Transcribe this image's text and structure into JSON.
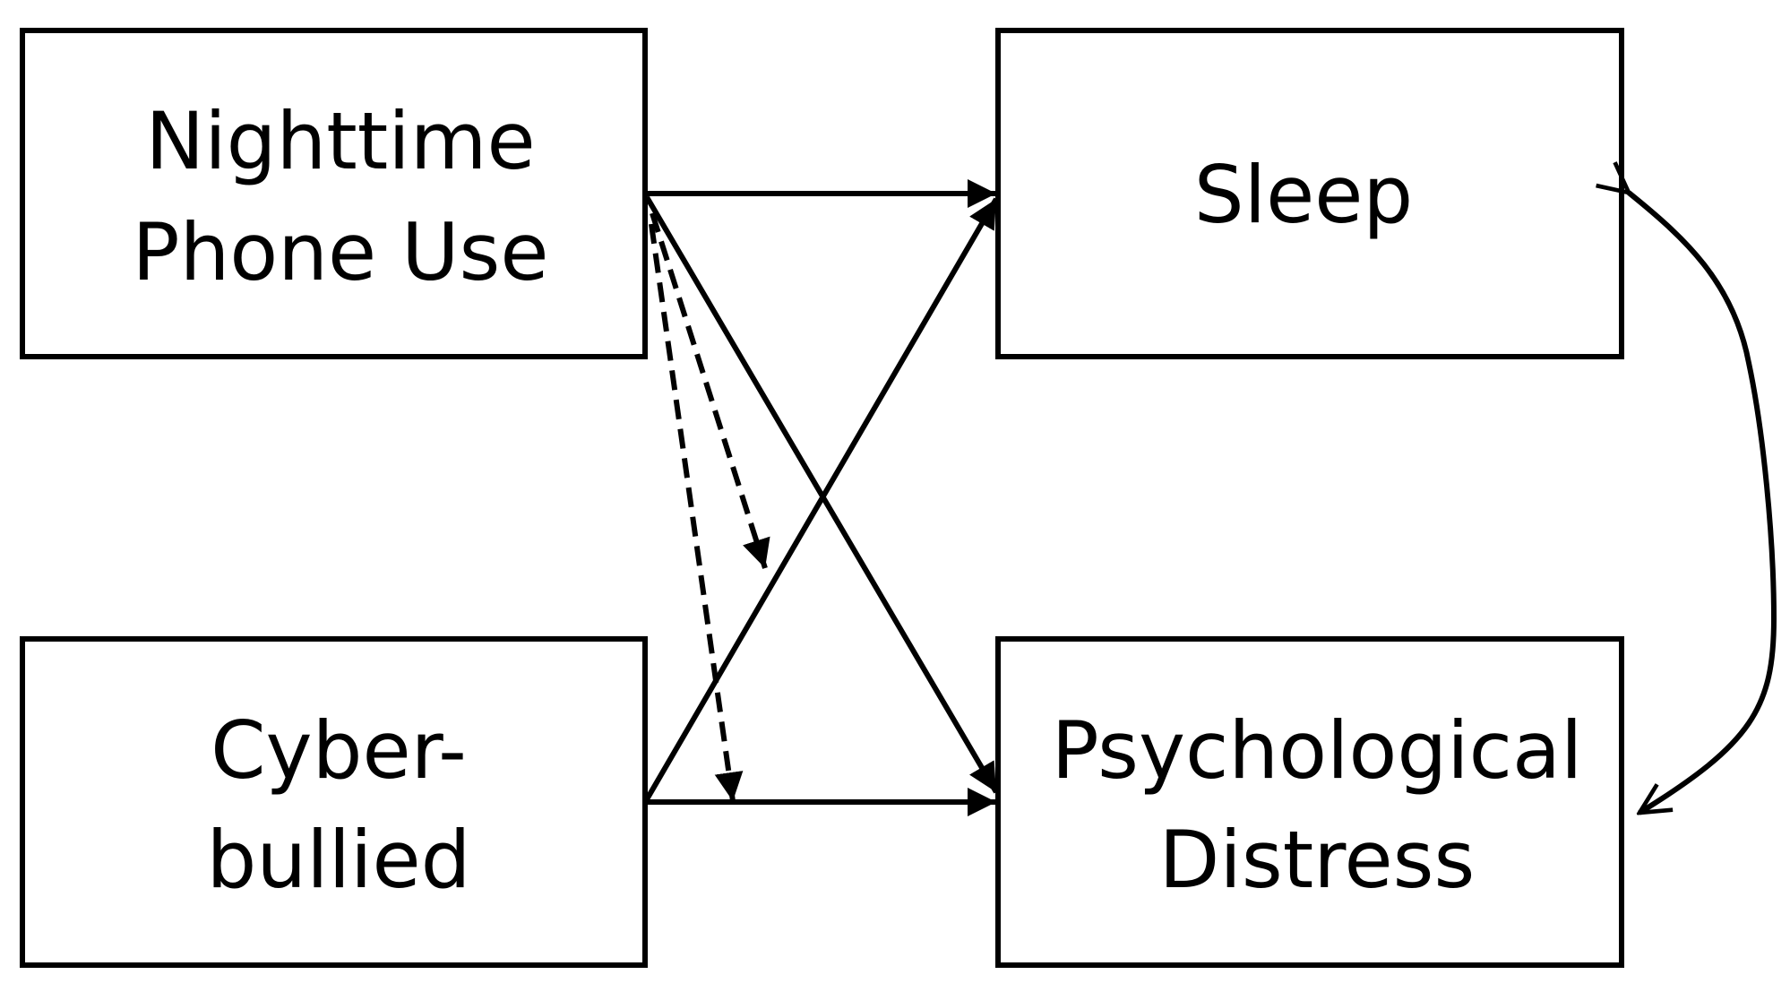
{
  "nodes": {
    "phone": {
      "line1": "Nighttime",
      "line2": "Phone Use"
    },
    "cyber": {
      "line1": "Cyber-",
      "line2": "bullied"
    },
    "sleep": {
      "line1": "Sleep"
    },
    "distress": {
      "line1": "Psychological",
      "line2": "Distress"
    }
  },
  "colors": {
    "stroke": "#000000",
    "background": "#ffffff"
  }
}
